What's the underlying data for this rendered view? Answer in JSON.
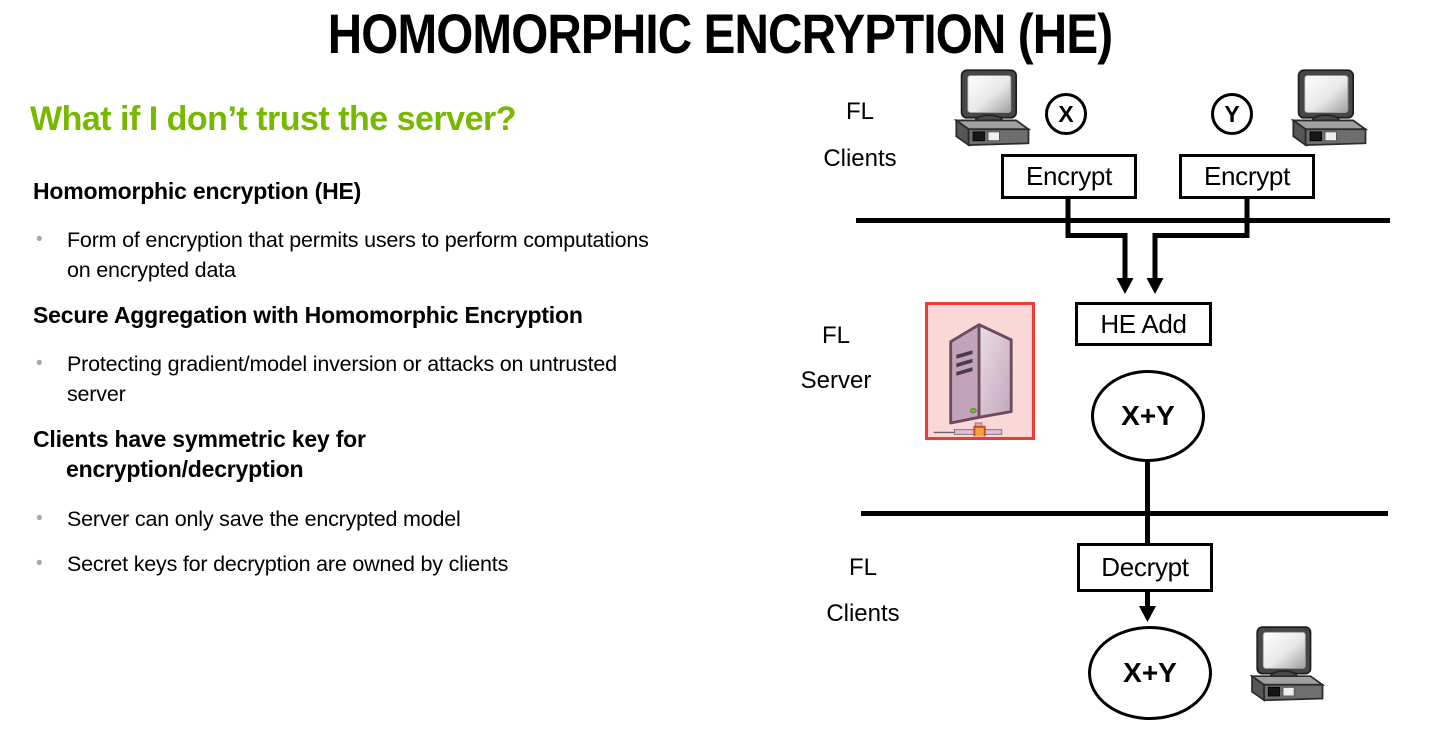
{
  "slide": {
    "title": "HOMOMORPHIC ENCRYPTION (HE)"
  },
  "colors": {
    "accent_green": "#76B900",
    "server_highlight_border": "#EE3B36",
    "server_highlight_bg": "#F9D8D6",
    "bullet_gray": "#A9A9A9",
    "line_black": "#000000"
  },
  "left_panel": {
    "question": "What if I don’t trust the server?",
    "sections": [
      {
        "heading": "Homomorphic encryption (HE)",
        "bullets": [
          "Form of encryption that permits users to perform computations on encrypted data"
        ]
      },
      {
        "heading": "Secure Aggregation with Homomorphic Encryption",
        "bullets": [
          "Protecting gradient/model inversion or attacks on untrusted server"
        ]
      },
      {
        "heading": "Clients have symmetric key for encryption/decryption",
        "bullets": [
          "Server can only save the encrypted model",
          "Secret keys for decryption are owned by clients"
        ]
      }
    ]
  },
  "diagram": {
    "top_label": {
      "line1": "FL",
      "line2": "Clients"
    },
    "middle_label": {
      "line1": "FL",
      "line2": "Server"
    },
    "bottom_label": {
      "line1": "FL",
      "line2": "Clients"
    },
    "values": {
      "x": "X",
      "y": "Y",
      "sum_top": "X+Y",
      "sum_bottom": "X+Y"
    },
    "operations": {
      "encrypt_left": "Encrypt",
      "encrypt_right": "Encrypt",
      "he_add": "HE Add",
      "decrypt": "Decrypt"
    },
    "icons": [
      "desktop-computer-icon",
      "server-tower-icon"
    ]
  }
}
